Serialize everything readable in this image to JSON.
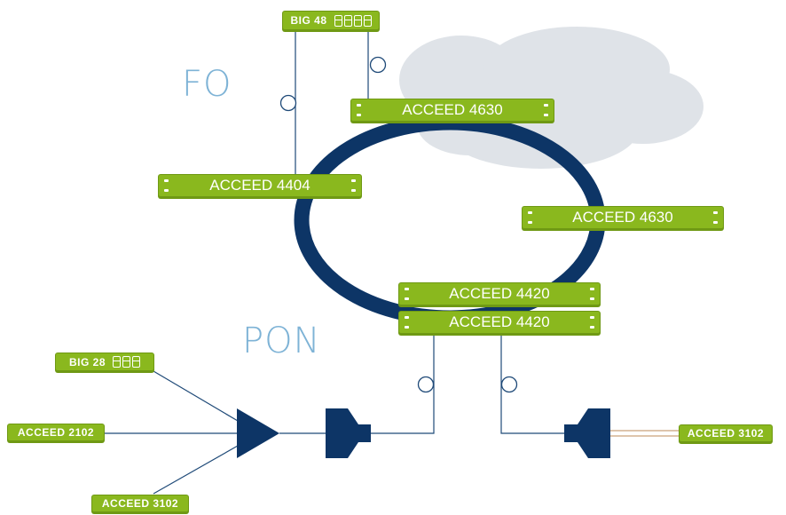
{
  "labels": {
    "fo": "FO",
    "pon": "PON"
  },
  "devices": {
    "big48": "BIG 48",
    "acceed4630_top": "ACCEED 4630",
    "acceed4404": "ACCEED 4404",
    "acceed4630_right": "ACCEED 4630",
    "acceed4420_a": "ACCEED 4420",
    "acceed4420_b": "ACCEED 4420",
    "big28": "BIG 28",
    "acceed2102": "ACCEED 2102",
    "acceed3102_bottom": "ACCEED 3102",
    "acceed3102_right": "ACCEED 3102"
  },
  "colors": {
    "device_green": "#8ab81e",
    "ring_navy": "#0d3566",
    "line_navy": "#1f4a78",
    "cloud_gray": "#dfe3e8",
    "label_blue": "#7eb3d6",
    "fiber_copper": "#c9a27a"
  }
}
